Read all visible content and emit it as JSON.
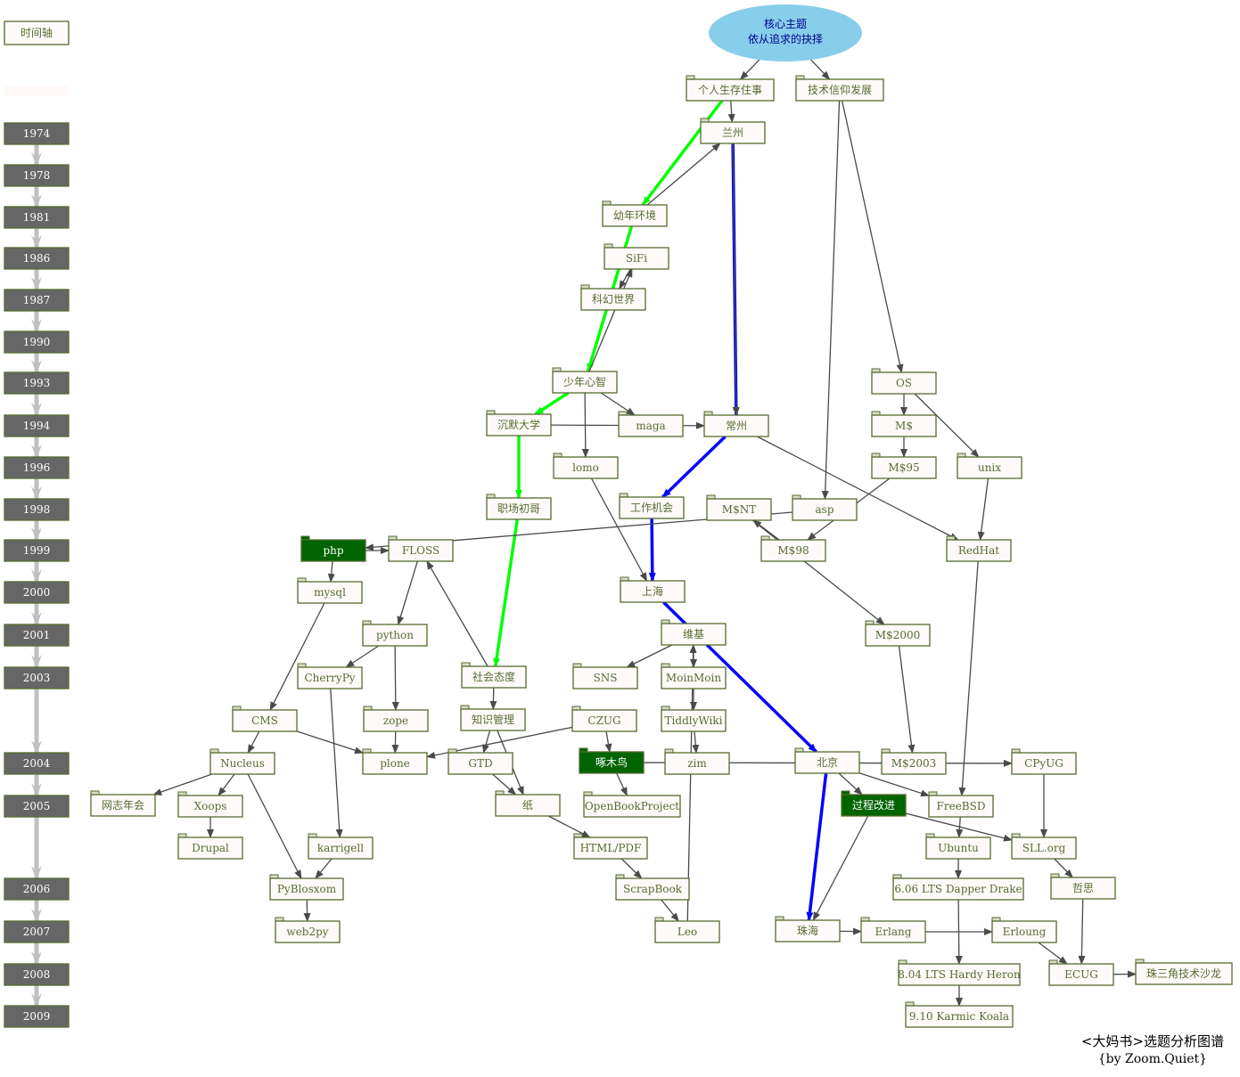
{
  "timeline": {
    "label": "时间轴",
    "years": [
      "1974",
      "1978",
      "1981",
      "1986",
      "1987",
      "1990",
      "1993",
      "1994",
      "1996",
      "1998",
      "1999",
      "2000",
      "2001",
      "2003",
      "2004",
      "2005",
      "2006",
      "2007",
      "2008",
      "2009"
    ]
  },
  "core": {
    "line1": "核心主题",
    "line2": "依从追求的抉择"
  },
  "nodes": {
    "personal": "个人生存住事",
    "tech": "技术信仰发展",
    "lanzhou": "兰州",
    "childhood": "幼年环境",
    "sifi": "SiFi",
    "kehuan": "科幻世界",
    "youth": "少年心智",
    "silent_univ": "沉默大学",
    "maga": "maga",
    "changzhou": "常州",
    "lomo": "lomo",
    "career": "职场初哥",
    "job": "工作机会",
    "msnt": "M$NT",
    "asp": "asp",
    "php": "php",
    "floss": "FLOSS",
    "ms98": "M$98",
    "redhat": "RedHat",
    "os": "OS",
    "ms": "M$",
    "ms95": "M$95",
    "unix": "unix",
    "mysql": "mysql",
    "shanghai": "上海",
    "ms2000": "M$2000",
    "python": "python",
    "wiki": "维基",
    "cherrypy": "CherryPy",
    "social": "社会态度",
    "sns": "SNS",
    "moinmoin": "MoinMoin",
    "cms": "CMS",
    "zope": "zope",
    "km": "知识管理",
    "czug": "CZUG",
    "tiddlywiki": "TiddlyWiki",
    "nucleus": "Nucleus",
    "plone": "plone",
    "gtd": "GTD",
    "zeuux": "啄木鸟",
    "zim": "zim",
    "beijing": "北京",
    "ms2003": "M$2003",
    "cpyug": "CPyUG",
    "blogconf": "网志年会",
    "xoops": "Xoops",
    "paper": "纸",
    "obp": "OpenBookProject",
    "process": "过程改进",
    "freebsd": "FreeBSD",
    "drupal": "Drupal",
    "karrigell": "karrigell",
    "htmlpdf": "HTML/PDF",
    "ubuntu": "Ubuntu",
    "sllorg": "SLL.org",
    "pyblosxom": "PyBlosxom",
    "scrapbook": "ScrapBook",
    "dapper": "6.06 LTS Dapper Drake",
    "zhesi": "哲思",
    "web2py": "web2py",
    "leo": "Leo",
    "zhuhai": "珠海",
    "erlang": "Erlang",
    "erloung": "Erloung",
    "hardy": "8.04 LTS Hardy Heron",
    "ecug": "ECUG",
    "prd_salon": "珠三角技术沙龙",
    "karmic": "9.10 Karmic Koala"
  },
  "highlighted_nodes": [
    "php",
    "zeuux",
    "process"
  ],
  "edges": [
    [
      "core",
      "personal",
      "black"
    ],
    [
      "core",
      "tech",
      "black"
    ],
    [
      "personal",
      "lanzhou",
      "black"
    ],
    [
      "personal",
      "childhood",
      "green"
    ],
    [
      "lanzhou",
      "changzhou",
      "blue"
    ],
    [
      "lanzhou",
      "changzhou",
      "black"
    ],
    [
      "childhood",
      "lanzhou",
      "black"
    ],
    [
      "childhood",
      "youth",
      "green"
    ],
    [
      "sifi",
      "kehuan",
      "black"
    ],
    [
      "youth",
      "sifi",
      "black"
    ],
    [
      "youth",
      "silent_univ",
      "green"
    ],
    [
      "youth",
      "maga",
      "black"
    ],
    [
      "youth",
      "lomo",
      "black"
    ],
    [
      "silent_univ",
      "changzhou",
      "black"
    ],
    [
      "silent_univ",
      "career",
      "green"
    ],
    [
      "changzhou",
      "job",
      "blue"
    ],
    [
      "changzhou",
      "redhat",
      "black"
    ],
    [
      "lomo",
      "shanghai",
      "black"
    ],
    [
      "job",
      "shanghai",
      "blue"
    ],
    [
      "career",
      "social",
      "green"
    ],
    [
      "shanghai",
      "beijing",
      "blue"
    ],
    [
      "tech",
      "asp",
      "black"
    ],
    [
      "tech",
      "os",
      "black"
    ],
    [
      "os",
      "ms",
      "black"
    ],
    [
      "os",
      "unix",
      "black"
    ],
    [
      "ms",
      "ms95",
      "black"
    ],
    [
      "ms95",
      "ms98",
      "black"
    ],
    [
      "ms98",
      "msnt",
      "black"
    ],
    [
      "msnt",
      "ms2000",
      "black"
    ],
    [
      "ms2000",
      "ms2003",
      "black"
    ],
    [
      "unix",
      "redhat",
      "black"
    ],
    [
      "redhat",
      "freebsd",
      "black"
    ],
    [
      "asp",
      "php",
      "black"
    ],
    [
      "php",
      "floss",
      "black"
    ],
    [
      "php",
      "mysql",
      "black"
    ],
    [
      "floss",
      "python",
      "black"
    ],
    [
      "social",
      "floss",
      "black"
    ],
    [
      "social",
      "km",
      "black"
    ],
    [
      "mysql",
      "cms",
      "black"
    ],
    [
      "python",
      "cherrypy",
      "black"
    ],
    [
      "python",
      "zope",
      "black"
    ],
    [
      "cms",
      "plone",
      "black"
    ],
    [
      "zope",
      "plone",
      "black"
    ],
    [
      "cms",
      "nucleus",
      "black"
    ],
    [
      "czug",
      "plone",
      "black"
    ],
    [
      "czug",
      "zeuux",
      "black"
    ],
    [
      "km",
      "gtd",
      "black"
    ],
    [
      "km",
      "paper",
      "black"
    ],
    [
      "gtd",
      "paper",
      "black"
    ],
    [
      "wiki",
      "sns",
      "black"
    ],
    [
      "wiki",
      "moinmoin",
      "black"
    ],
    [
      "moinmoin",
      "tiddlywiki",
      "black"
    ],
    [
      "tiddlywiki",
      "zim",
      "black"
    ],
    [
      "zeuux",
      "obp",
      "black"
    ],
    [
      "zeuux",
      "cpyug",
      "black"
    ],
    [
      "nucleus",
      "blogconf",
      "black"
    ],
    [
      "nucleus",
      "xoops",
      "black"
    ],
    [
      "nucleus",
      "pyblosxom",
      "black"
    ],
    [
      "xoops",
      "drupal",
      "black"
    ],
    [
      "cherrypy",
      "karrigell",
      "black"
    ],
    [
      "karrigell",
      "pyblosxom",
      "black"
    ],
    [
      "pyblosxom",
      "web2py",
      "black"
    ],
    [
      "paper",
      "htmlpdf",
      "black"
    ],
    [
      "htmlpdf",
      "scrapbook",
      "black"
    ],
    [
      "scrapbook",
      "leo",
      "black"
    ],
    [
      "leo",
      "wiki",
      "black"
    ],
    [
      "beijing",
      "process",
      "black"
    ],
    [
      "beijing",
      "freebsd",
      "black"
    ],
    [
      "beijing",
      "zhuhai",
      "blue"
    ],
    [
      "process",
      "zhuhai",
      "black"
    ],
    [
      "process",
      "sllorg",
      "black"
    ],
    [
      "freebsd",
      "ubuntu",
      "black"
    ],
    [
      "cpyug",
      "sllorg",
      "black"
    ],
    [
      "ubuntu",
      "dapper",
      "black"
    ],
    [
      "sllorg",
      "zhesi",
      "black"
    ],
    [
      "dapper",
      "hardy",
      "black"
    ],
    [
      "hardy",
      "karmic",
      "black"
    ],
    [
      "zhuhai",
      "erlang",
      "black"
    ],
    [
      "erlang",
      "erloung",
      "black"
    ],
    [
      "erloung",
      "ecug",
      "black"
    ],
    [
      "zhesi",
      "ecug",
      "black"
    ],
    [
      "ecug",
      "prd_salon",
      "black"
    ]
  ],
  "colors": {
    "green": "#00ff00",
    "blue": "#0000ff",
    "black": "#4a4a4a",
    "node_border": "#556b2f",
    "node_fill": "#fffafa",
    "highlight_fill": "#006400",
    "year_fill": "#666666",
    "core_fill": "#87ceeb"
  },
  "footer": {
    "title": "<大妈书>选题分析图谱",
    "byline": "{by Zoom.Quiet}"
  }
}
